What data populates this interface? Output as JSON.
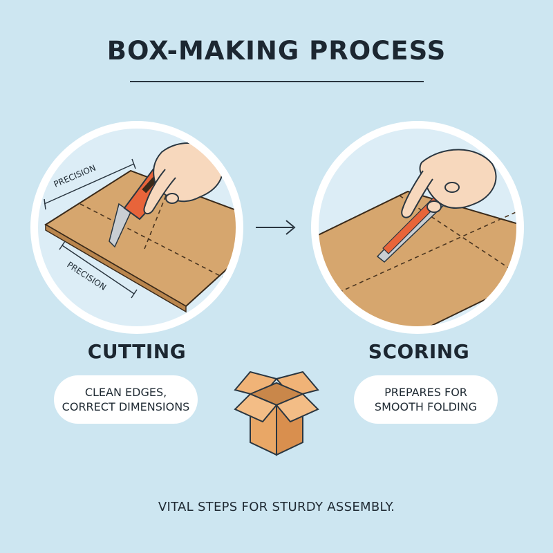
{
  "header": {
    "title": "BOX-MAKING PROCESS"
  },
  "steps": [
    {
      "title": "CUTTING",
      "description_line1": "CLEAN EDGES,",
      "description_line2": "CORRECT DIMENSIONS",
      "annotation_top": "PRECISION",
      "annotation_bottom": "PRECISION"
    },
    {
      "title": "SCORING",
      "description_line1": "PREPARES FOR",
      "description_line2": "SMOOTH FOLDING"
    }
  ],
  "footer": {
    "text": "VITAL STEPS FOR STURDY ASSEMBLY."
  },
  "icons": {
    "flow": "right-arrow-icon",
    "center": "open-box-icon",
    "cutting_tool": "utility-knife-icon",
    "scoring_tool": "scoring-tool-icon"
  },
  "colors": {
    "background": "#cde6f1",
    "cardboard": "#d6a66e",
    "knife_handle": "#e8643a",
    "skin": "#f7d8bd",
    "text": "#1c2731"
  }
}
